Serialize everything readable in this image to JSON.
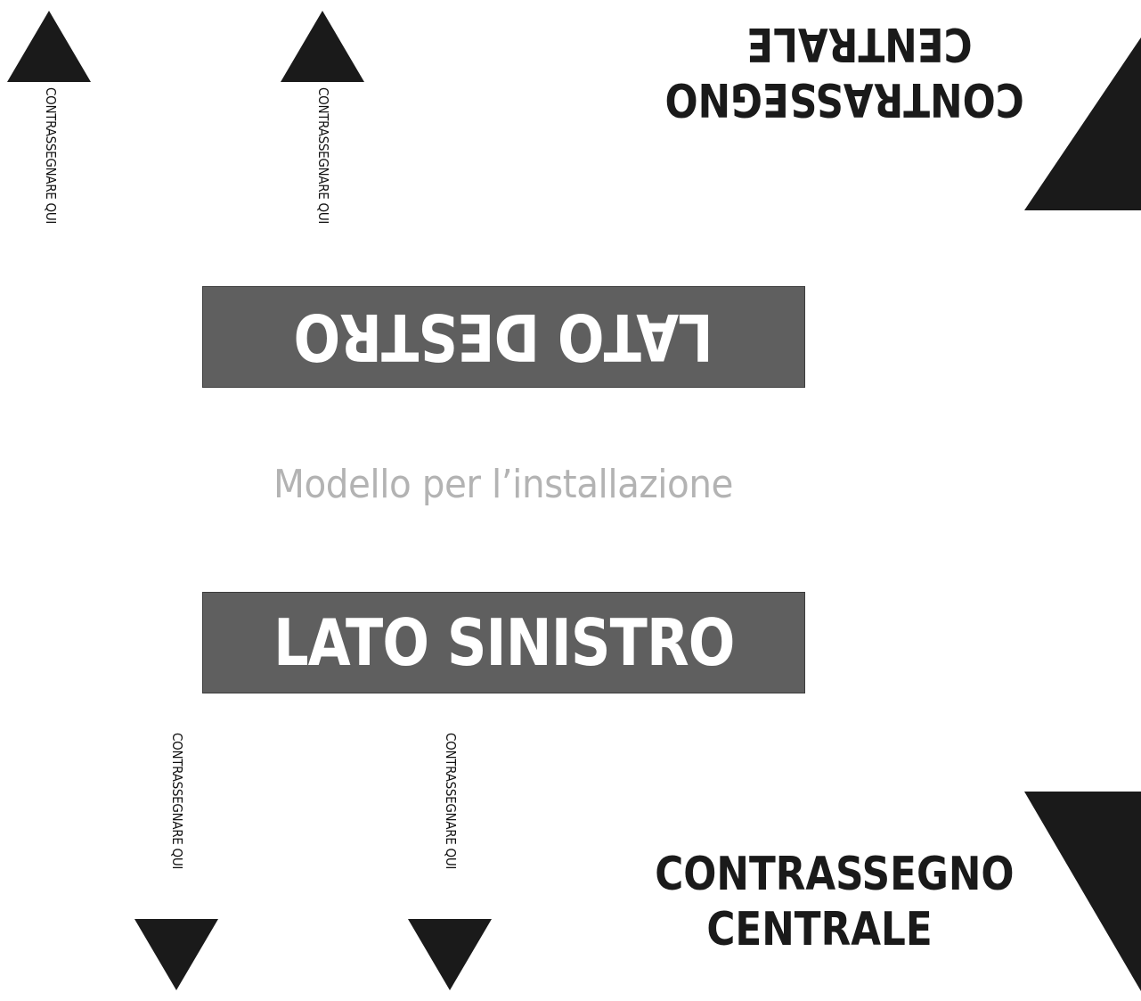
{
  "labels": {
    "mark_here": "CONTRASSEGNARE QUI",
    "right_side": "LATO DESTRO",
    "left_side": "LATO SINISTRO",
    "template_title": "Modello per l’installazione",
    "center_mark_line1": "CONTRASSEGNO",
    "center_mark_line2": "CENTRALE"
  },
  "colors": {
    "band_fill": "#5f5f5f",
    "band_text": "#ffffff",
    "subtitle": "#b3b3b3",
    "mark_ink": "#1a1a1a"
  },
  "icons": {
    "up_arrow": "triangle-up-icon",
    "down_arrow": "triangle-down-icon",
    "center_marker": "right-triangle-marker-icon"
  }
}
